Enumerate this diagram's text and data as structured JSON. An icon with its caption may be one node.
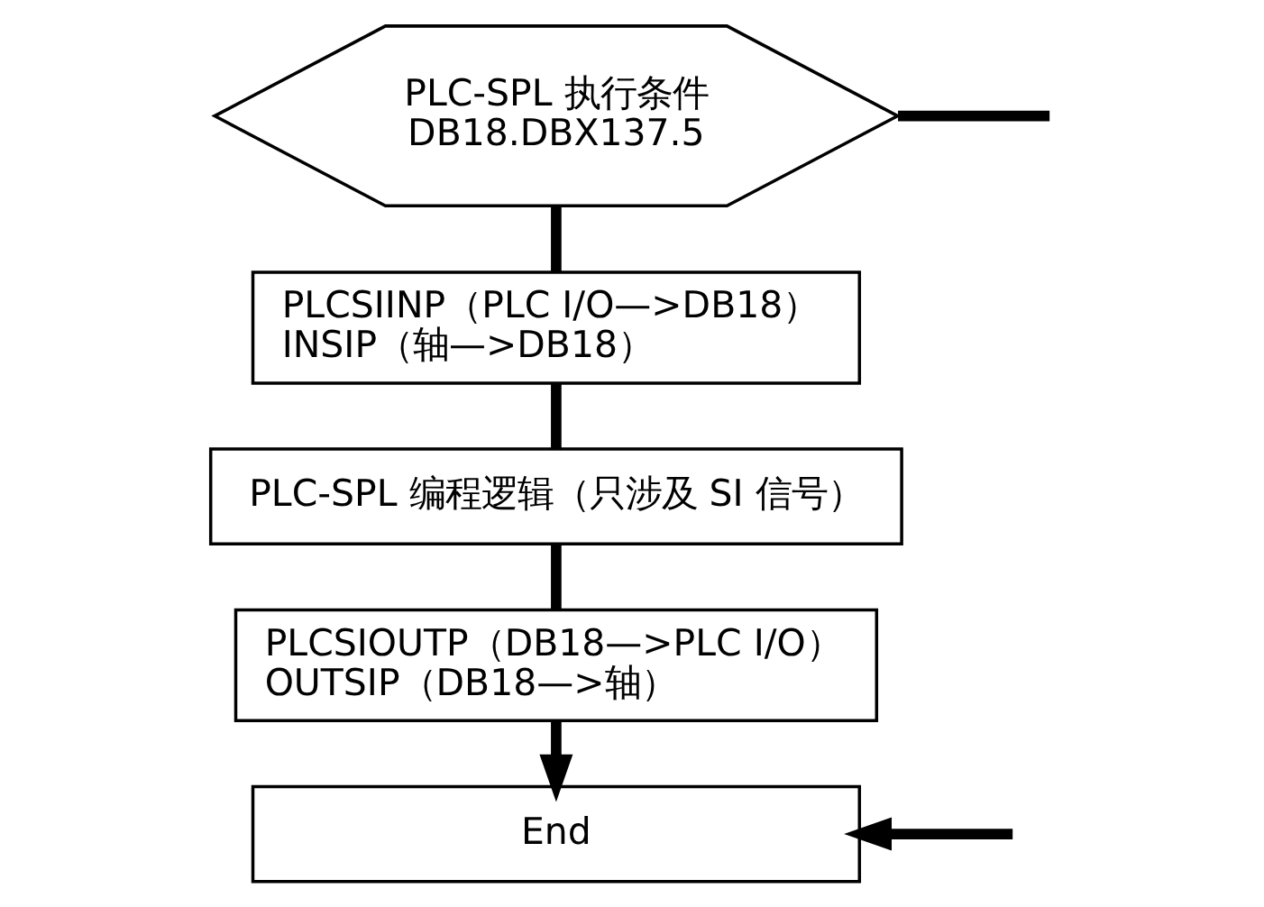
{
  "diagram": {
    "nodes": [
      {
        "text": [
          "PLC-SPL 执行条件",
          "DB18.DBX137.5"
        ]
      },
      {
        "text": [
          "PLCSIINP（PLC I/O—>DB18）",
          "INSIP（轴—>DB18）"
        ]
      },
      {
        "text": [
          "PLC-SPL 编程逻辑（只涉及 SI 信号）"
        ]
      },
      {
        "text": [
          "PLCSIOUTP（DB18—>PLC I/O）",
          "OUTSIP（DB18—>轴）"
        ]
      },
      {
        "text": [
          "End"
        ]
      }
    ],
    "edges": [
      {
        "from": 0,
        "to": 1,
        "arrow": "none"
      },
      {
        "from": 1,
        "to": 2,
        "arrow": "none"
      },
      {
        "from": 2,
        "to": 3,
        "arrow": "none"
      },
      {
        "from": 3,
        "to": 4,
        "arrow": "to"
      },
      {
        "from": 0,
        "to": null,
        "arrow": "none"
      },
      {
        "from": null,
        "to": 4,
        "arrow": "to"
      }
    ]
  }
}
